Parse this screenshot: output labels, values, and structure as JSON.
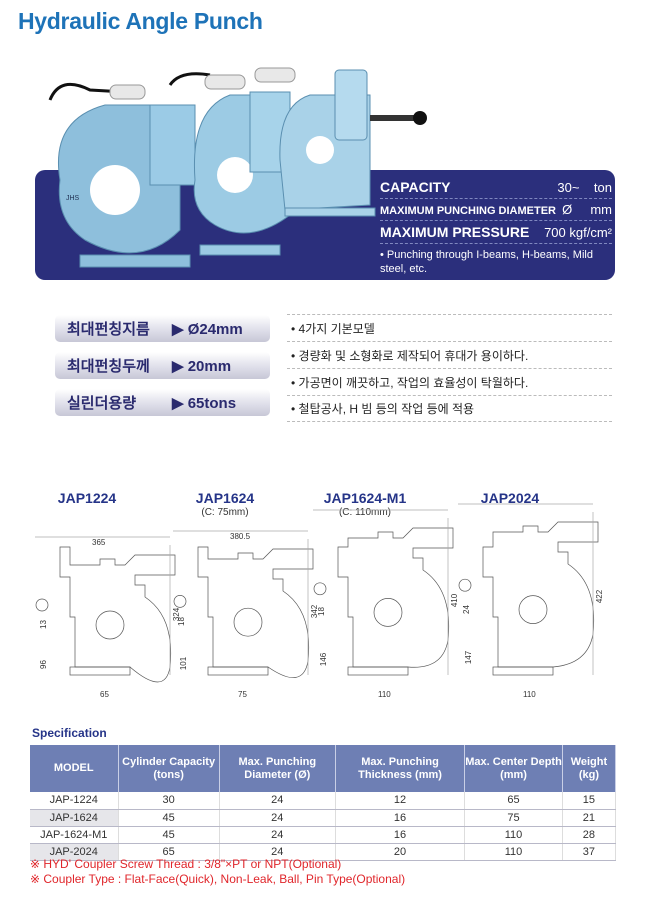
{
  "title": "Hydraulic Angle Punch",
  "brand_mark": "JHS",
  "capacity_panel": [
    {
      "label": "CAPACITY",
      "value": "30~    ton"
    },
    {
      "label": "MAXIMUM PUNCHING DIAMETER",
      "value": "Ø     mm"
    },
    {
      "label": "MAXIMUM PRESSURE",
      "value": "700 kgf/cm²"
    }
  ],
  "capacity_note": "• Punching through I-beams, H-beams, Mild steel, etc.",
  "key_specs": [
    {
      "label": "최대펀칭지름",
      "value": "▶ Ø24mm"
    },
    {
      "label": "최대펀칭두께",
      "value": "▶ 20mm"
    },
    {
      "label": "실린더용량",
      "value": "▶ 65tons"
    }
  ],
  "features": [
    "• 4가지 기본모델",
    "• 경량화 및 소형화로 제작되어 휴대가 용이하다.",
    "• 가공면이 깨끗하고, 작업의 효율성이 탁월하다.",
    "• 철탑공사, H 빔 등의 작업 등에 적용"
  ],
  "models": [
    {
      "name": "JAP1224",
      "sub": "",
      "width": "365",
      "height": "324",
      "d1": "13",
      "d2": "96",
      "base": "65"
    },
    {
      "name": "JAP1624",
      "sub": "(C: 75mm)",
      "width": "380.5",
      "height": "342",
      "d1": "18",
      "d2": "101",
      "base": "75"
    },
    {
      "name": "JAP1624-M1",
      "sub": "(C: 110mm)",
      "width": "",
      "height": "410",
      "d1": "18",
      "d2": "146",
      "base": "110"
    },
    {
      "name": "JAP2024",
      "sub": "",
      "width": "",
      "height": "422",
      "d1": "24",
      "d2": "147",
      "base": "110"
    }
  ],
  "spec_title": "Specification",
  "spec_headers": [
    "MODEL",
    "Cylinder Capacity (tons)",
    "Max. Punching Diameter (Ø)",
    "Max. Punching Thickness (mm)",
    "Max. Center Depth (mm)",
    "Weight (kg)"
  ],
  "spec_rows": [
    [
      "JAP-1224",
      "30",
      "24",
      "12",
      "65",
      "15"
    ],
    [
      "JAP-1624",
      "45",
      "24",
      "16",
      "75",
      "21"
    ],
    [
      "JAP-1624-M1",
      "45",
      "24",
      "16",
      "110",
      "28"
    ],
    [
      "JAP-2024",
      "65",
      "24",
      "20",
      "110",
      "37"
    ]
  ],
  "notes": [
    "※ HYD' Coupler Screw Thread : 3/8\"×PT or NPT(Optional)",
    "※ Coupler Type : Flat-Face(Quick), Non-Leak, Ball, Pin Type(Optional)"
  ]
}
